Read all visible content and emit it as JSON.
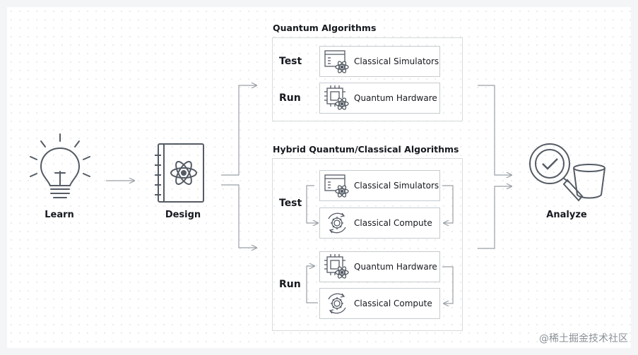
{
  "stages": {
    "learn": "Learn",
    "design": "Design",
    "analyze": "Analyze"
  },
  "quantum": {
    "title": "Quantum Algorithms",
    "test_label": "Test",
    "run_label": "Run",
    "test_card": "Classical Simulators",
    "run_card": "Quantum Hardware"
  },
  "hybrid": {
    "title": "Hybrid Quantum/Classical Algorithms",
    "test_label": "Test",
    "run_label": "Run",
    "test_card_1": "Classical Simulators",
    "test_card_2": "Classical Compute",
    "run_card_1": "Quantum Hardware",
    "run_card_2": "Classical Compute"
  },
  "watermark": "@稀土掘金技术社区",
  "colors": {
    "stroke": "#545b64",
    "arrow": "#9aa0a6",
    "box_border": "#d5dbdb"
  }
}
